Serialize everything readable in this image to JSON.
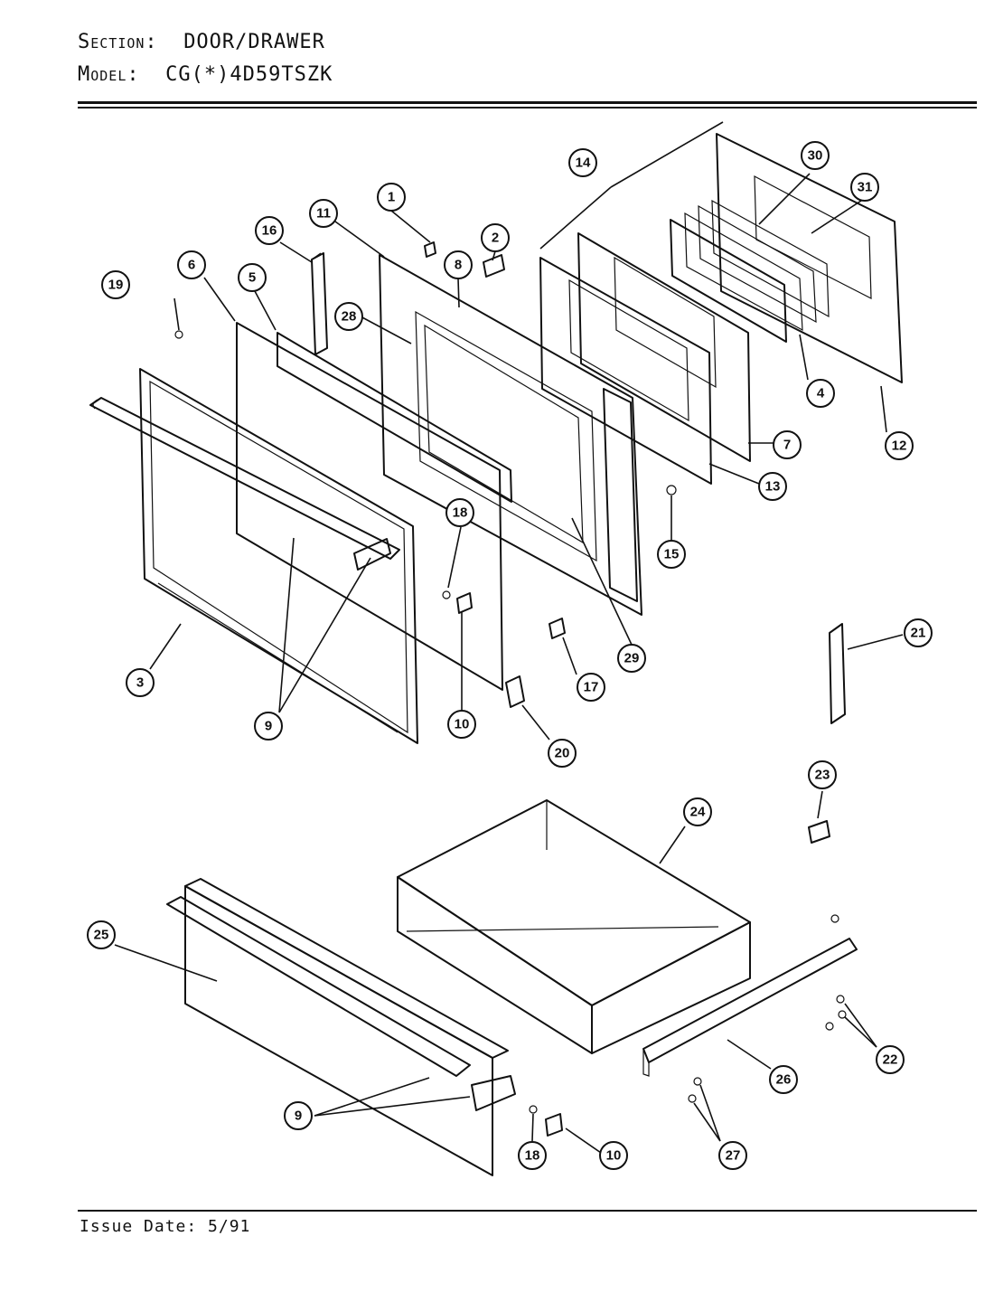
{
  "header": {
    "section_label": "Section:",
    "section_value": "DOOR/DRAWER",
    "model_label": "Model:",
    "model_value": "CG(*)4D59TSZK"
  },
  "footer": {
    "issue_date": "Issue Date: 5/91"
  },
  "callouts": [
    "1",
    "2",
    "3",
    "4",
    "5",
    "6",
    "7",
    "8",
    "9",
    "10",
    "11",
    "12",
    "13",
    "14",
    "15",
    "16",
    "17",
    "18",
    "19",
    "20",
    "21",
    "22",
    "23",
    "24",
    "25",
    "26",
    "27",
    "28",
    "29",
    "30",
    "31"
  ]
}
